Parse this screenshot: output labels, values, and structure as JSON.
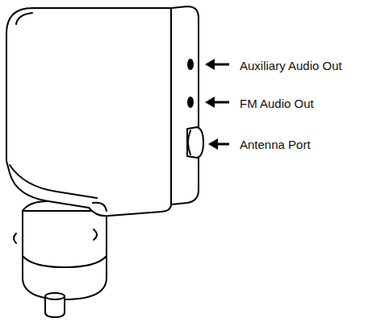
{
  "diagram": {
    "labels": [
      "Auxiliary Audio Out",
      "FM Audio Out",
      "Antenna Port"
    ]
  }
}
